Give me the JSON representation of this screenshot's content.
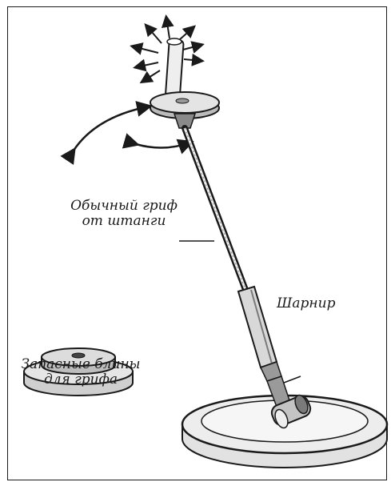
{
  "labels": {
    "barbell_bar": "Обычный гриф от штанги",
    "barbell_bar_line1": "Обычный гриф",
    "barbell_bar_line2": "от штанги",
    "hinge": "Шарнир",
    "spare_plates": "Запасные блины для грифа",
    "spare_plates_line1": "Запасные блины",
    "spare_plates_line2": "для грифа"
  },
  "colors": {
    "ink": "#1a1a1a",
    "paper": "#ffffff",
    "shade": "#7a7a7a",
    "light_shade": "#d6d6d6"
  }
}
